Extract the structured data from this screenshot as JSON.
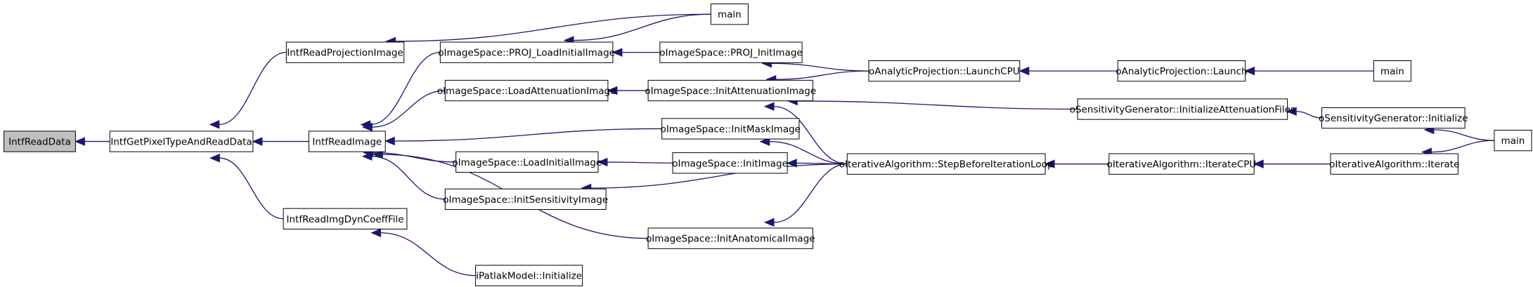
{
  "diagram": {
    "colors": {
      "edge": "#191970",
      "root_fill": "#bfbfbf",
      "node_fill": "#ffffff",
      "node_border": "#000000"
    },
    "nodes": [
      {
        "id": "intfReadData",
        "label": "IntfReadData",
        "root": true
      },
      {
        "id": "intfGetPixelTypeAndReadData",
        "label": "IntfGetPixelTypeAndReadData"
      },
      {
        "id": "intfReadProjectionImage",
        "label": "IntfReadProjectionImage"
      },
      {
        "id": "intfReadImage",
        "label": "IntfReadImage"
      },
      {
        "id": "intfReadImgDynCoeffFile",
        "label": "IntfReadImgDynCoeffFile"
      },
      {
        "id": "projLoadInitialImage",
        "label": "oImageSpace::PROJ_LoadInitialImage"
      },
      {
        "id": "loadAttenuationImage",
        "label": "oImageSpace::LoadAttenuationImage"
      },
      {
        "id": "loadInitialImage",
        "label": "oImageSpace::LoadInitialImage"
      },
      {
        "id": "initSensitivityImage",
        "label": "oImageSpace::InitSensitivityImage"
      },
      {
        "id": "iPatlakInitialize",
        "label": "iPatlakModel::Initialize"
      },
      {
        "id": "main1",
        "label": "main"
      },
      {
        "id": "projInitImage",
        "label": "oImageSpace::PROJ_InitImage"
      },
      {
        "id": "initAttenuationImage",
        "label": "oImageSpace::InitAttenuationImage"
      },
      {
        "id": "initMaskImage",
        "label": "oImageSpace::InitMaskImage"
      },
      {
        "id": "initImage",
        "label": "oImageSpace::InitImage"
      },
      {
        "id": "initAnatomicalImage",
        "label": "oImageSpace::InitAnatomicalImage"
      },
      {
        "id": "launchCPU",
        "label": "oAnalyticProjection::LaunchCPU"
      },
      {
        "id": "stepBefore",
        "label": "oIterativeAlgorithm::StepBeforeIterationLoop"
      },
      {
        "id": "launch",
        "label": "oAnalyticProjection::Launch"
      },
      {
        "id": "initAttenFiles",
        "label": "oSensitivityGenerator::InitializeAttenuationFiles"
      },
      {
        "id": "iterateCPU",
        "label": "oIterativeAlgorithm::IterateCPU"
      },
      {
        "id": "main2",
        "label": "main"
      },
      {
        "id": "sensInitialize",
        "label": "oSensitivityGenerator::Initialize"
      },
      {
        "id": "iterate",
        "label": "oIterativeAlgorithm::Iterate"
      },
      {
        "id": "main3",
        "label": "main"
      }
    ],
    "edges": [
      {
        "from": "intfGetPixelTypeAndReadData",
        "to": "intfReadData"
      },
      {
        "from": "intfReadProjectionImage",
        "to": "intfGetPixelTypeAndReadData"
      },
      {
        "from": "intfReadImage",
        "to": "intfGetPixelTypeAndReadData"
      },
      {
        "from": "intfReadImgDynCoeffFile",
        "to": "intfGetPixelTypeAndReadData"
      },
      {
        "from": "main1",
        "to": "intfReadProjectionImage"
      },
      {
        "from": "projLoadInitialImage",
        "to": "intfReadImage"
      },
      {
        "from": "loadAttenuationImage",
        "to": "intfReadImage"
      },
      {
        "from": "initMaskImage",
        "to": "intfReadImage"
      },
      {
        "from": "loadInitialImage",
        "to": "intfReadImage"
      },
      {
        "from": "initSensitivityImage",
        "to": "intfReadImage"
      },
      {
        "from": "initAnatomicalImage",
        "to": "intfReadImage"
      },
      {
        "from": "iPatlakInitialize",
        "to": "intfReadImgDynCoeffFile"
      },
      {
        "from": "main1",
        "to": "projLoadInitialImage"
      },
      {
        "from": "projInitImage",
        "to": "projLoadInitialImage"
      },
      {
        "from": "initAttenuationImage",
        "to": "loadAttenuationImage"
      },
      {
        "from": "initImage",
        "to": "loadInitialImage"
      },
      {
        "from": "stepBefore",
        "to": "initSensitivityImage"
      },
      {
        "from": "launchCPU",
        "to": "projInitImage"
      },
      {
        "from": "launchCPU",
        "to": "initAttenuationImage"
      },
      {
        "from": "stepBefore",
        "to": "initAttenuationImage"
      },
      {
        "from": "initAttenFiles",
        "to": "initAttenuationImage"
      },
      {
        "from": "stepBefore",
        "to": "initMaskImage"
      },
      {
        "from": "stepBefore",
        "to": "initImage"
      },
      {
        "from": "stepBefore",
        "to": "initAnatomicalImage"
      },
      {
        "from": "launch",
        "to": "launchCPU"
      },
      {
        "from": "iterateCPU",
        "to": "stepBefore"
      },
      {
        "from": "main2",
        "to": "launch"
      },
      {
        "from": "sensInitialize",
        "to": "initAttenFiles"
      },
      {
        "from": "iterate",
        "to": "iterateCPU"
      },
      {
        "from": "main3",
        "to": "sensInitialize"
      },
      {
        "from": "main3",
        "to": "iterate"
      }
    ]
  }
}
